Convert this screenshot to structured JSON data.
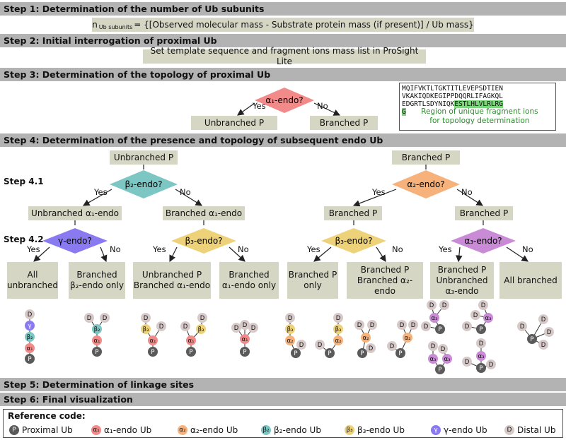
{
  "steps": {
    "s1": "Step 1: Determination of the number of Ub subunits",
    "s2": "Step 2: Initial interrogation of proximal Ub",
    "s3": "Step 3: Determination of the topology of proximal Ub",
    "s4": "Step 4: Determination of the presence and topology of subsequent endo Ub",
    "s41": "Step 4.1",
    "s42": "Step 4.2",
    "s5": "Step 5: Determination of linkage sites",
    "s6": "Step 6: Final visualization"
  },
  "formula": {
    "n": "n",
    "sub": "Ub subunits",
    "rest": " = {[Observed molecular mass - Substrate protein mass (if present)] / Ub mass}"
  },
  "template_text": "Set template sequence and fragment ions mass list in ProSight Lite",
  "step3": {
    "question": "α₁-endo?",
    "yes": "Yes",
    "no": "No",
    "left": "Unbranched P",
    "right": "Branched P"
  },
  "sequence": {
    "line1": "MQIFVKTLTGKTITLEVEPSDTIEN",
    "line2": "VKAKIQDKEGIPPDQQRLIFAGKQL",
    "line3_plain": "EDGRTLSDYNIQK",
    "line3_hl": "ESTLHLVLRLRG",
    "line4_hl": "G",
    "note1": "Region of unique fragment ions",
    "note2": "for topology determination"
  },
  "left_tree": {
    "root": "Unbranched P",
    "q1": "β₂-endo?",
    "yes": "Yes",
    "no": "No",
    "a": "Unbranched α₁-endo",
    "b": "Branched α₁-endo",
    "qa": "γ-endo?",
    "qb": "β₃-endo?",
    "leaf1a": "All",
    "leaf1b": "unbranched",
    "leaf2a": "Branched",
    "leaf2b": "β₂-endo only",
    "leaf3a": "Unbranched P",
    "leaf3b": "Branched α₁-endo",
    "leaf4a": "Branched",
    "leaf4b": "α₁-endo only"
  },
  "right_tree": {
    "root": "Branched P",
    "q1": "α₂-endo?",
    "yes": "Yes",
    "no": "No",
    "a": "Branched P",
    "b": "Branched P",
    "qa": "β₃-endo?",
    "qb": "α₃-endo?",
    "leaf1a": "Branched P",
    "leaf1b": "only",
    "leaf2a": "Branched P",
    "leaf2b": "Branched α₂-endo",
    "leaf3a": "Branched P",
    "leaf3b": "Unbranched",
    "leaf3c": "α₃-endo",
    "leaf4a": "All branched"
  },
  "reference": {
    "title": "Reference code:",
    "items": [
      {
        "glyph": "P",
        "label": "Proximal Ub",
        "color": "#5a5a5a",
        "text_color": "#ffffff"
      },
      {
        "glyph": "α₁",
        "label": "α₁-endo Ub",
        "color": "#f28a8a",
        "text_color": "#111111"
      },
      {
        "glyph": "α₂",
        "label": "α₂-endo Ub",
        "color": "#f6b27a",
        "text_color": "#111111"
      },
      {
        "glyph": "β₂",
        "label": "β₂-endo Ub",
        "color": "#7cc6c4",
        "text_color": "#111111"
      },
      {
        "glyph": "β₃",
        "label": "β₃-endo Ub",
        "color": "#eed27a",
        "text_color": "#111111"
      },
      {
        "glyph": "γ",
        "label": "γ-endo Ub",
        "color": "#8a7af2",
        "text_color": "#ffffff"
      },
      {
        "glyph": "D",
        "label": "Distal Ub",
        "color": "#d8c9c9",
        "text_color": "#111111"
      }
    ]
  },
  "colors": {
    "header": "#b3b3b3",
    "box": "#d6d6c4",
    "alpha1": "#f28a8a",
    "alpha2": "#f6b27a",
    "alpha3": "#c98ad6",
    "beta2": "#7cc6c4",
    "beta3": "#eed27a",
    "gamma": "#8a7af2",
    "proximal": "#5a5a5a",
    "distal": "#d8c9c9"
  },
  "glyphs": {
    "P": "P",
    "D": "D",
    "a1": "α₁",
    "a2": "α₂",
    "a3": "α₃",
    "b2": "β₂",
    "b3": "β₃",
    "g": "γ"
  }
}
